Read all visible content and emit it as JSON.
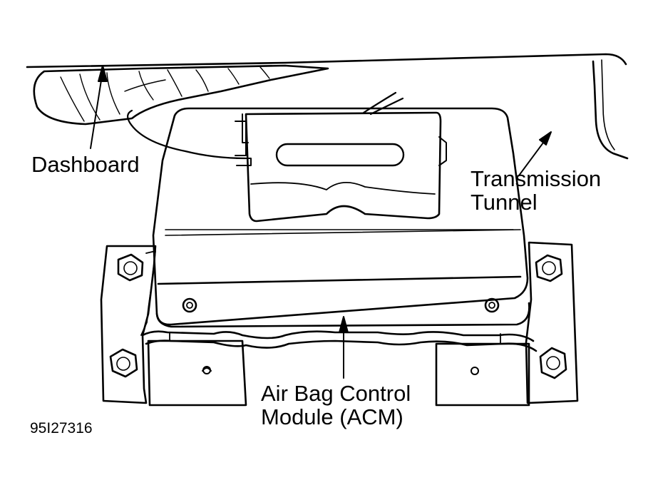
{
  "labels": {
    "dashboard": "Dashboard",
    "transmission_line1": "Transmission",
    "transmission_line2": "Tunnel",
    "acm_line1": "Air Bag Control",
    "acm_line2": "Module (ACM)"
  },
  "figure_code": "95I27316",
  "colors": {
    "line": "#000000",
    "background": "#ffffff"
  }
}
